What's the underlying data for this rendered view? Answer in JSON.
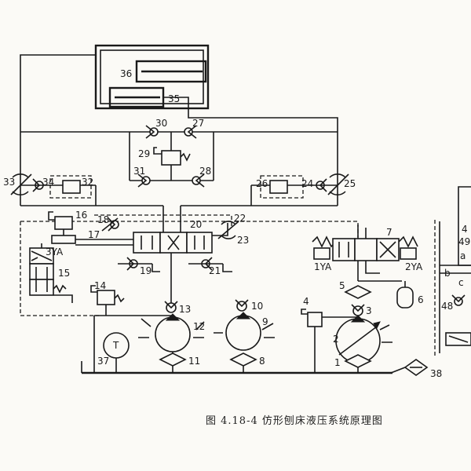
{
  "figure": {
    "caption": "图 4.18-4   仿形刨床液压系统原理图"
  },
  "labels": {
    "n1": "1",
    "n2": "2",
    "n3": "3",
    "n4": "4",
    "n5": "5",
    "n6": "6",
    "n7": "7",
    "n8": "8",
    "n9": "9",
    "n10": "10",
    "n11": "11",
    "n12": "12",
    "n13": "13",
    "n14": "14",
    "n15": "15",
    "n16": "16",
    "n17": "17",
    "n18": "18",
    "n19": "19",
    "n20": "20",
    "n21": "21",
    "n22": "22",
    "n23": "23",
    "n24": "24",
    "n25": "25",
    "n26": "26",
    "n27": "27",
    "n28": "28",
    "n29": "29",
    "n30": "30",
    "n31": "31",
    "n32": "32",
    "n33": "33",
    "n34": "34",
    "n35": "35",
    "n36": "36",
    "n37": "37",
    "n38": "38",
    "n48": "48",
    "n49": "49",
    "n4r": "4",
    "a": "a",
    "b": "b",
    "c": "c",
    "sol1": "1YA",
    "sol2": "2YA",
    "sol3": "3YA",
    "gauge": "T"
  }
}
